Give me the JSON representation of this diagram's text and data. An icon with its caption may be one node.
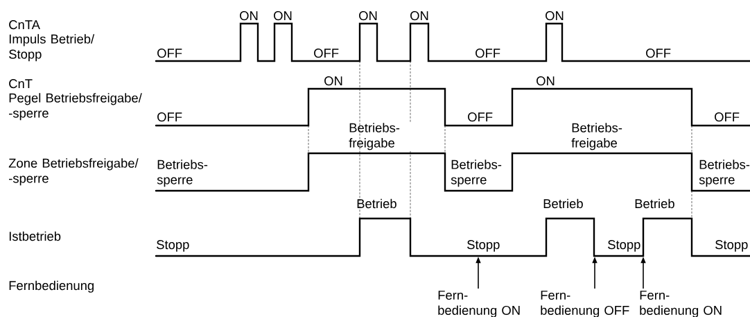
{
  "diagram": {
    "nodes": [
      {
        "text": [],
        "shape": "line"
      },
      {
        "text": [
          "Fern- bedienung ON"
        ]
      },
      {
        "text": [
          "Fern- bedienung OFF"
        ]
      },
      {
        "text": [
          "Fern- bedienung ON"
        ]
      }
    ],
    "edges": [
      {
        "from": 1,
        "to": 0,
        "arrow": "to"
      },
      {
        "from": 2,
        "to": 0,
        "arrow": "to"
      },
      {
        "from": 3,
        "to": 0,
        "arrow": "to"
      }
    ],
    "labels": [
      "ON",
      "ON",
      "ON",
      "ON",
      "ON",
      "CnTA",
      "Impuls Betrieb/ Stopp",
      "OFF",
      "OFF",
      "OFF",
      "OFF",
      "CnT",
      "ON",
      "ON",
      "Pegel Betriebsfreigabe/ -sperre",
      "OFF",
      "OFF",
      "OFF",
      "Betriebs- freigabe",
      "Betriebs- freigabe",
      "Zone Betriebsfreigabe/ -sperre",
      "Betriebs- sperre",
      "Betriebs- sperre",
      "Betriebs- sperre",
      "Betrieb",
      "Betrieb",
      "Betrieb",
      "Istbetrieb",
      "Stopp",
      "Stopp",
      "Stopp",
      "Stopp",
      "Fernbedienung"
    ]
  }
}
